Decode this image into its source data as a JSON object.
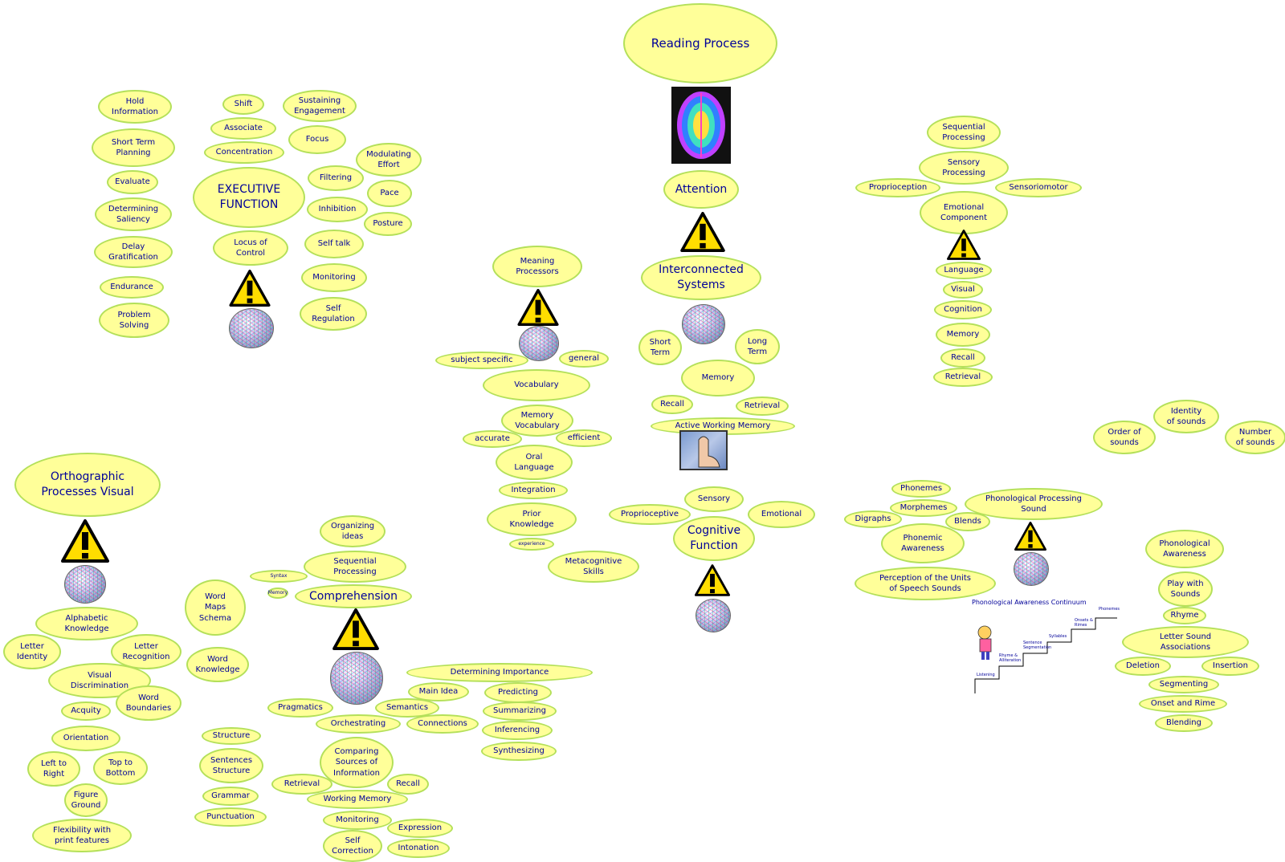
{
  "colors": {
    "node_fill": "#ffff99",
    "node_border": "#b4e05a",
    "text": "#000099",
    "warning": "#ffdd00"
  },
  "reading_process": "Reading Process",
  "attention": "Attention",
  "interconnected_systems": "Interconnected\nSystems",
  "executive": {
    "title": "EXECUTIVE\nFUNCTION",
    "left": [
      "Hold\nInformation",
      "Short Term\nPlanning",
      "Evaluate",
      "Determining\nSaliency",
      "Delay\nGratification",
      "Endurance",
      "Problem\nSolving"
    ],
    "shift": "Shift",
    "associate": "Associate",
    "concentration": "Concentration",
    "sustaining": "Sustaining\nEngagement",
    "focus": "Focus",
    "filtering": "Filtering",
    "modulating": "Modulating\nEffort",
    "pace": "Pace",
    "inhibition": "Inhibition",
    "posture": "Posture",
    "self_talk": "Self talk",
    "locus": "Locus of\nControl",
    "monitoring": "Monitoring",
    "self_regulation": "Self\nRegulation"
  },
  "sensory": {
    "sequential": "Sequential\nProcessing",
    "sensory_processing": "Sensory\nProcessing",
    "proprioception": "Proprioception",
    "sensoriomotor": "Sensoriomotor",
    "emotional": "Emotional\nComponent",
    "list": [
      "Language",
      "Visual",
      "Cognition",
      "Memory",
      "Recall",
      "Retrieval"
    ]
  },
  "meaning": {
    "title": "Meaning\nProcessors",
    "subject_specific": "subject specific",
    "general": "general",
    "vocabulary": "Vocabulary",
    "memory_vocab": "Memory\nVocabulary",
    "accurate": "accurate",
    "efficient": "efficient",
    "oral": "Oral\nLanguage",
    "integration": "Integration",
    "prior": "Prior\nKnowledge",
    "experience": "experience",
    "metacognitive": "Metacognitive\nSkills"
  },
  "memory": {
    "short_term": "Short\nTerm",
    "long_term": "Long\nTerm",
    "memory": "Memory",
    "recall": "Recall",
    "retrieval": "Retrieval",
    "active": "Active Working Memory"
  },
  "cognitive": {
    "sensory": "Sensory",
    "proprioceptive": "Proprioceptive",
    "emotional": "Emotional",
    "title": "Cognitive\nFunction"
  },
  "sounds": {
    "identity": "Identity\nof sounds",
    "order": "Order of\nsounds",
    "number": "Number\nof sounds"
  },
  "phonological": {
    "phonemes": "Phonemes",
    "morphemes": "Morphemes",
    "digraphs": "Digraphs",
    "blends": "Blends",
    "title": "Phonological Processing\nSound",
    "phonemic": "Phonemic\nAwareness",
    "perception": "Perception of the Units\nof Speech Sounds"
  },
  "awareness": {
    "title": "Phonological\nAwareness",
    "play": "Play with\nSounds",
    "rhyme": "Rhyme",
    "letter_sound": "Letter Sound\nAssociations",
    "deletion": "Deletion",
    "insertion": "Insertion",
    "segmenting": "Segmenting",
    "onset": "Onset and Rime",
    "blending": "Blending"
  },
  "continuum": {
    "title": "Phonological Awareness Continuum",
    "steps": [
      "Listening",
      "Rhyme &\nAlliteration",
      "Sentence\nSegmentation",
      "Syllables",
      "Onsets &\nRimes",
      "Phonemes"
    ]
  },
  "orthographic": {
    "title": "Orthographic\nProcesses Visual",
    "alphabetic": "Alphabetic\nKnowledge",
    "letter_identity": "Letter\nIdentity",
    "letter_recognition": "Letter\nRecognition",
    "visual_disc": "Visual\nDiscrimination",
    "word_boundaries": "Word\nBoundaries",
    "acquity": "Acquity",
    "orientation": "Orientation",
    "left_right": "Left to\nRight",
    "top_bottom": "Top to\nBottom",
    "figure": "Figure\nGround",
    "flexibility": "Flexibility with\nprint features",
    "word_maps": "Word\nMaps\nSchema",
    "word_knowledge": "Word\nKnowledge"
  },
  "comprehension": {
    "title": "Comprehension",
    "organizing": "Organizing\nideas",
    "sequential": "Sequential\nProcessing",
    "syntax": "Syntax",
    "memory": "Memory",
    "determining": "Determining Importance",
    "main_idea": "Main Idea",
    "predicting": "Predicting",
    "pragmatics": "Pragmatics",
    "semantics": "Semantics",
    "summarizing": "Summarizing",
    "orchestrating": "Orchestrating",
    "connections": "Connections",
    "inferencing": "Inferencing",
    "synthesizing": "Synthesizing",
    "comparing": "Comparing\nSources of\nInformation",
    "retrieval": "Retrieval",
    "recall": "Recall",
    "working_memory": "Working Memory",
    "monitoring": "Monitoring",
    "expression": "Expression",
    "self_correction": "Self\nCorrection",
    "intonation": "Intonation"
  },
  "structure": {
    "structure": "Structure",
    "sentences": "Sentences\nStructure",
    "grammar": "Grammar",
    "punctuation": "Punctuation"
  }
}
